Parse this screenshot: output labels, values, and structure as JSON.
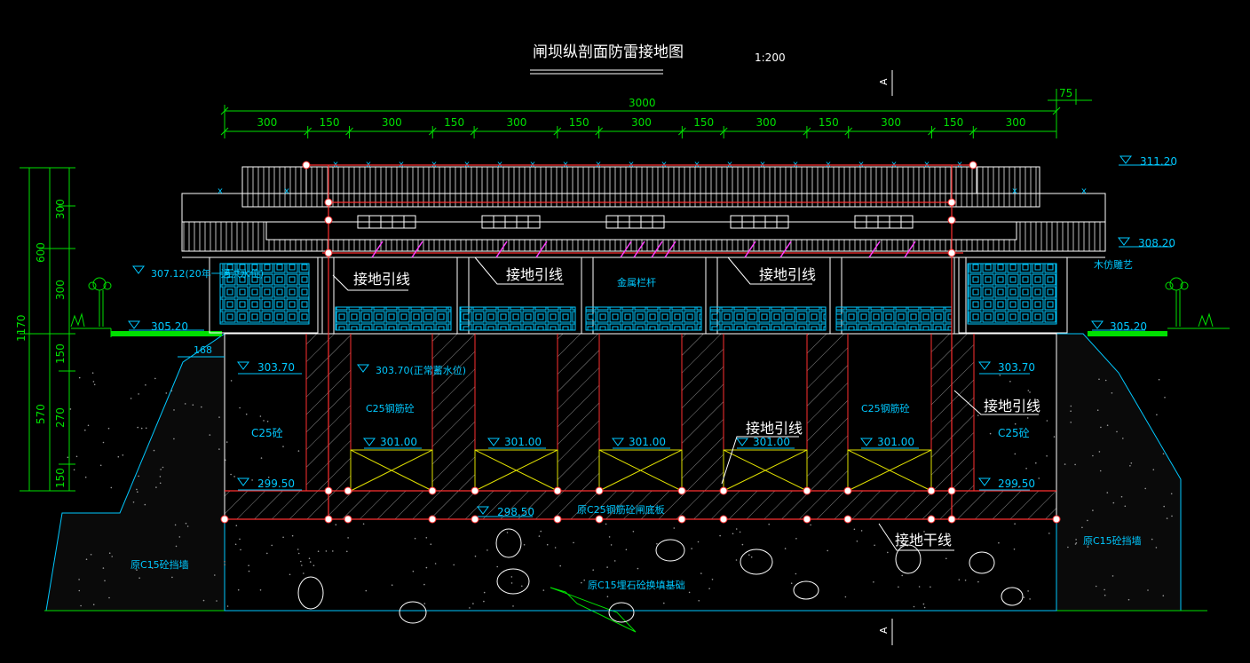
{
  "title": "闸坝纵剖面防雷接地图",
  "scale": "1:200",
  "section_mark": "A",
  "top_dims": {
    "total": "3000",
    "offset": "75",
    "segments": [
      "300",
      "150",
      "300",
      "150",
      "300",
      "150",
      "300",
      "150",
      "300",
      "150",
      "300",
      "150",
      "300"
    ]
  },
  "left_dims": {
    "total": "1170",
    "upper": "600",
    "lower": "570",
    "parts": [
      "300",
      "300",
      "150",
      "270",
      "150"
    ]
  },
  "elevations": {
    "top": "311.20",
    "deck": "308.20",
    "flood": "307.12(20年一遇洪水位)",
    "ground_left": "305.20",
    "ground_right": "305.20",
    "normal_left": "303.70",
    "normal_mid": "303.70(正常蓄水位)",
    "normal_right": "303.70",
    "gate_sill": "301.00",
    "base_left": "299.50",
    "base_right": "299.50",
    "base_bottom": "298.50"
  },
  "offset_168": "168",
  "labels": {
    "down_lead_1": "接地引线",
    "down_lead_2": "接地引线",
    "down_lead_3": "接地引线",
    "down_lead_4": "接地引线",
    "down_lead_5": "接地引线",
    "metal_railing": "金属栏杆",
    "wood_carving": "木仿雕艺",
    "c25_rc_left": "C25钢筋砼",
    "c25_rc_right": "C25钢筋砼",
    "c25_left": "C25砼",
    "c25_right": "C25砼",
    "bottom_slab": "原C25钢筋砼闸底板",
    "main_ground": "接地干线",
    "retaining_left": "原C15砼挡墙",
    "retaining_right": "原C15砼挡墙",
    "rubble_base": "原C15埋石砼换填基础"
  }
}
